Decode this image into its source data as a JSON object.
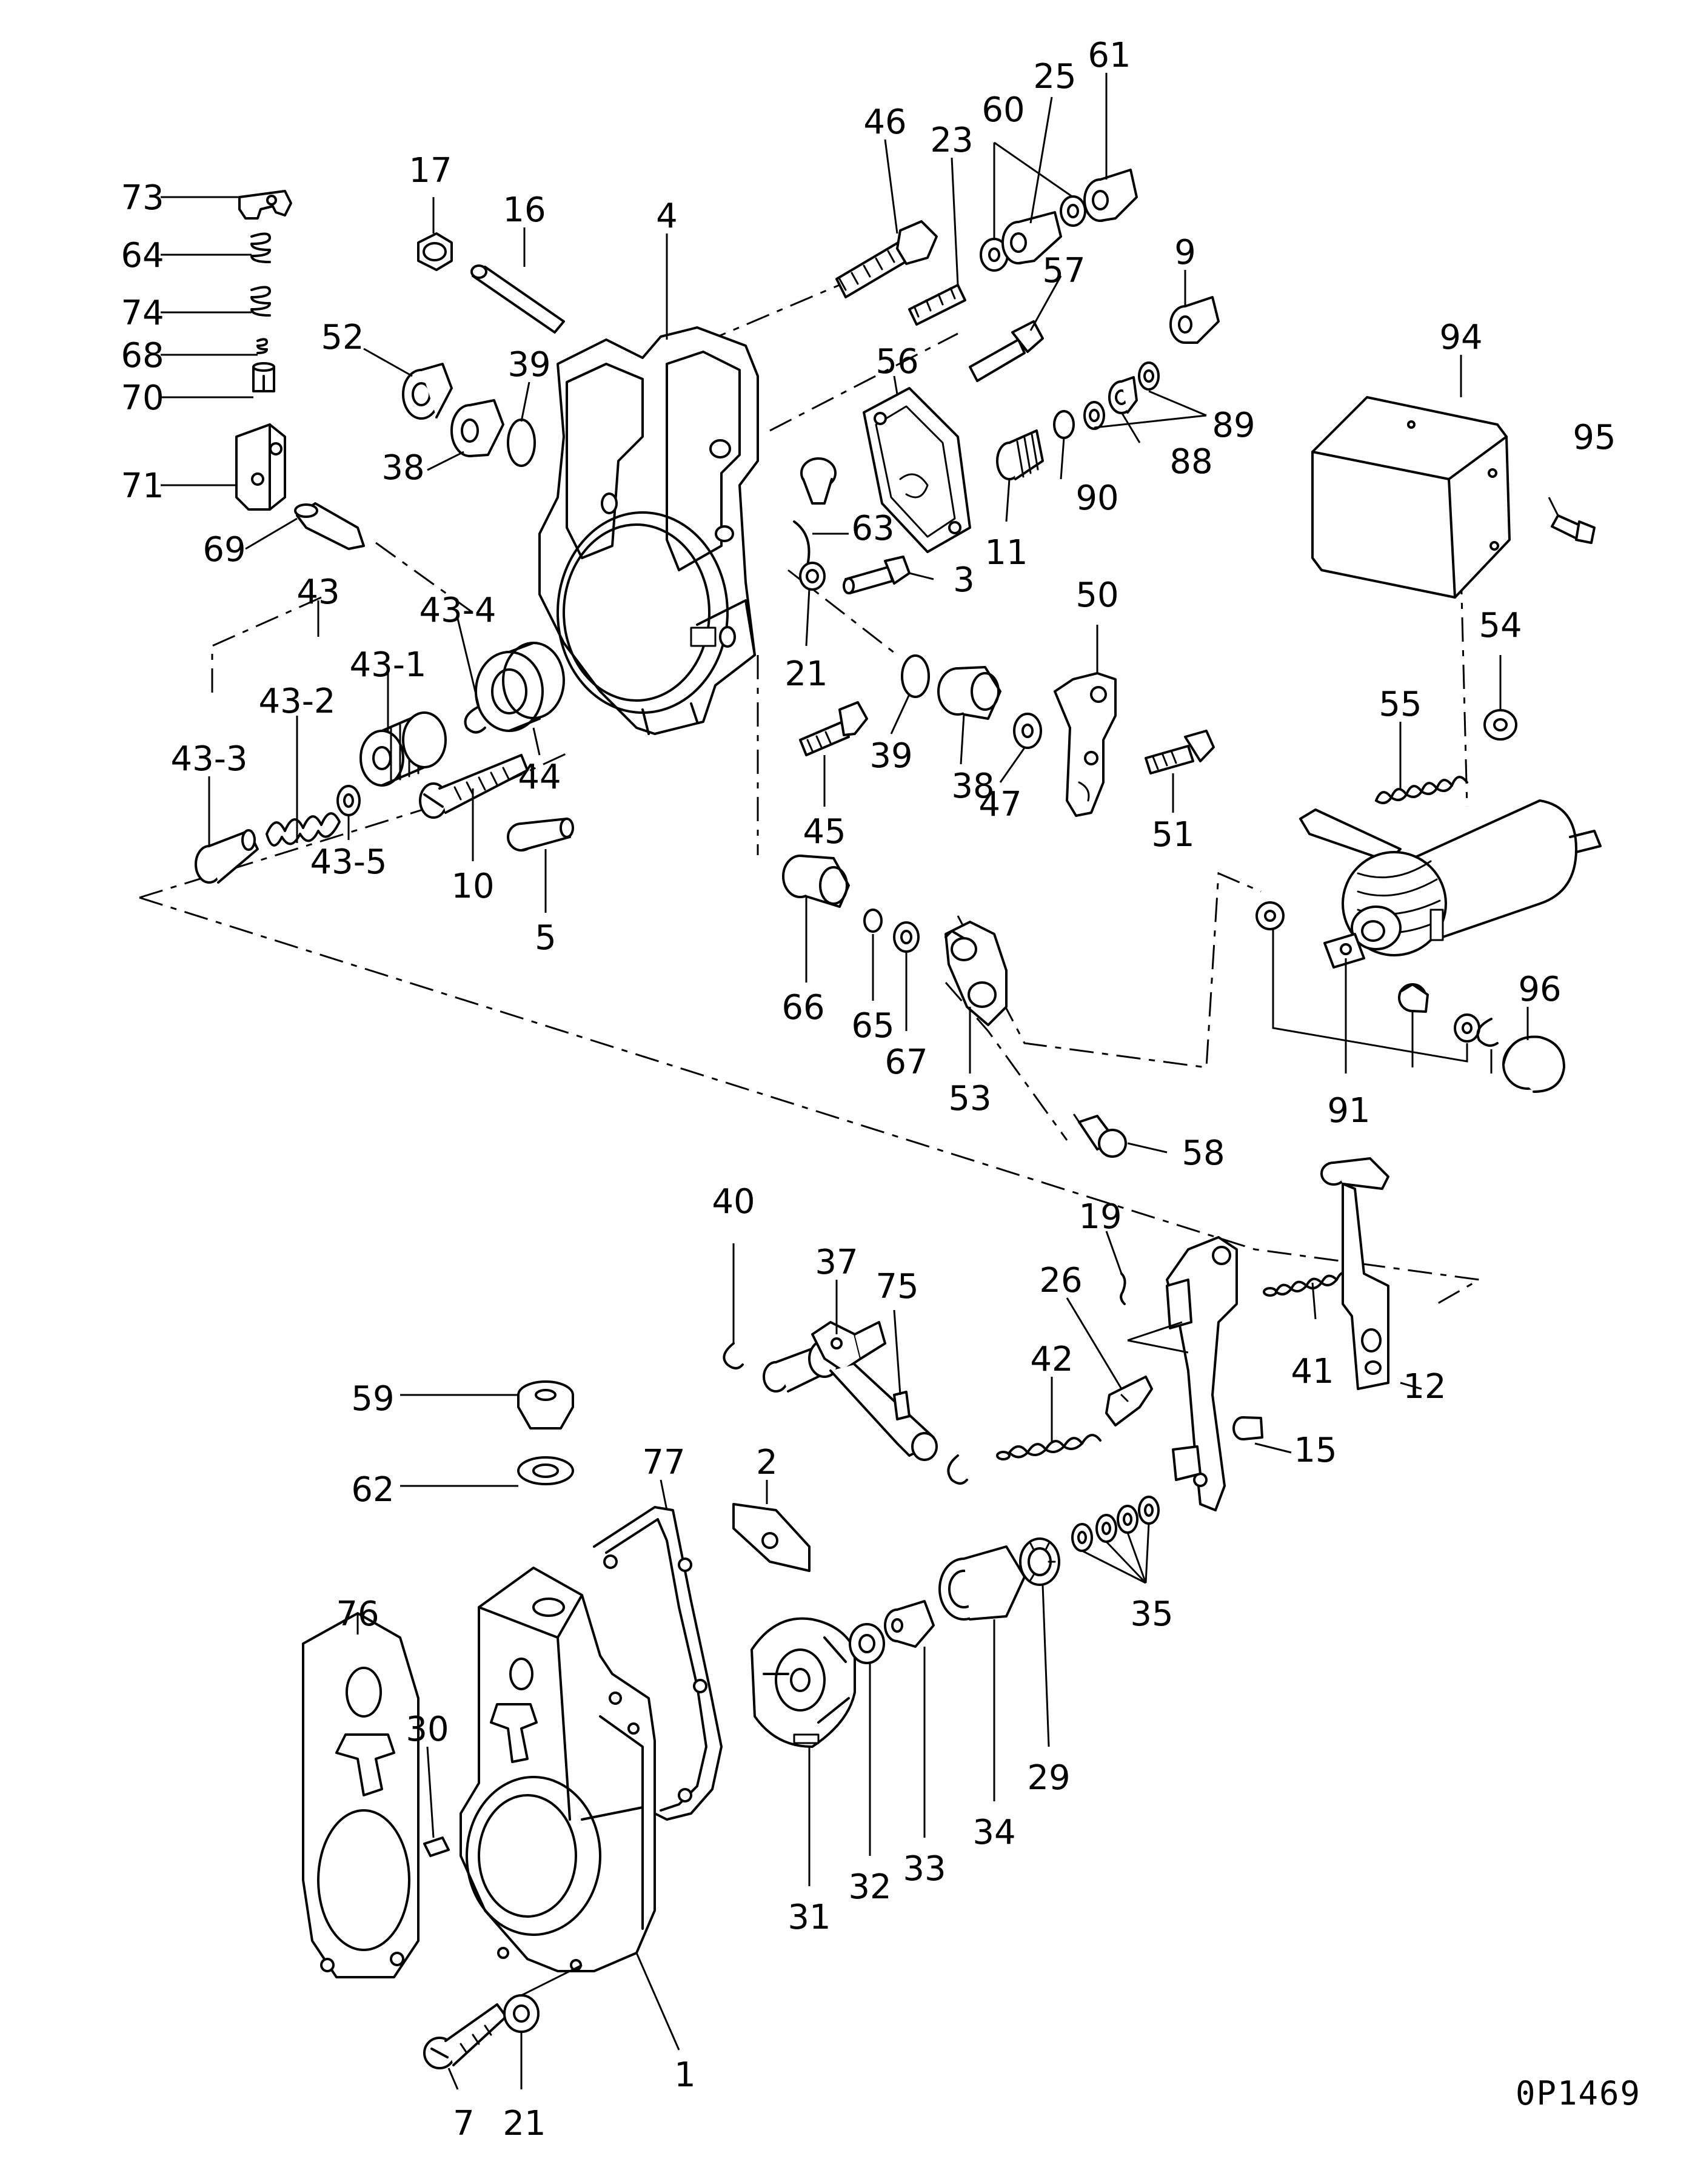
{
  "figure_code": "0P1469",
  "callouts": [
    {
      "key": "c73",
      "label": "73"
    },
    {
      "key": "c64",
      "label": "64"
    },
    {
      "key": "c74",
      "label": "74"
    },
    {
      "key": "c68",
      "label": "68"
    },
    {
      "key": "c70",
      "label": "70"
    },
    {
      "key": "c71",
      "label": "71"
    },
    {
      "key": "c69",
      "label": "69"
    },
    {
      "key": "c43",
      "label": "43"
    },
    {
      "key": "c43_1",
      "label": "43-1"
    },
    {
      "key": "c43_2",
      "label": "43-2"
    },
    {
      "key": "c43_3",
      "label": "43-3"
    },
    {
      "key": "c43_4",
      "label": "43-4"
    },
    {
      "key": "c43_5",
      "label": "43-5"
    },
    {
      "key": "c17",
      "label": "17"
    },
    {
      "key": "c16",
      "label": "16"
    },
    {
      "key": "c4",
      "label": "4"
    },
    {
      "key": "c52",
      "label": "52"
    },
    {
      "key": "c39a",
      "label": "39"
    },
    {
      "key": "c38a",
      "label": "38"
    },
    {
      "key": "c44",
      "label": "44"
    },
    {
      "key": "c10",
      "label": "10"
    },
    {
      "key": "c5",
      "label": "5"
    },
    {
      "key": "c46",
      "label": "46"
    },
    {
      "key": "c23",
      "label": "23"
    },
    {
      "key": "c60",
      "label": "60"
    },
    {
      "key": "c25",
      "label": "25"
    },
    {
      "key": "c61",
      "label": "61"
    },
    {
      "key": "c57",
      "label": "57"
    },
    {
      "key": "c9",
      "label": "9"
    },
    {
      "key": "c56",
      "label": "56"
    },
    {
      "key": "c89",
      "label": "89"
    },
    {
      "key": "c88",
      "label": "88"
    },
    {
      "key": "c90",
      "label": "90"
    },
    {
      "key": "c11",
      "label": "11"
    },
    {
      "key": "c63",
      "label": "63"
    },
    {
      "key": "c3",
      "label": "3"
    },
    {
      "key": "c21a",
      "label": "21"
    },
    {
      "key": "c39b",
      "label": "39"
    },
    {
      "key": "c38b",
      "label": "38"
    },
    {
      "key": "c47",
      "label": "47"
    },
    {
      "key": "c45",
      "label": "45"
    },
    {
      "key": "c50",
      "label": "50"
    },
    {
      "key": "c51",
      "label": "51"
    },
    {
      "key": "c94",
      "label": "94"
    },
    {
      "key": "c95",
      "label": "95"
    },
    {
      "key": "c54",
      "label": "54"
    },
    {
      "key": "c55",
      "label": "55"
    },
    {
      "key": "c91",
      "label": "91"
    },
    {
      "key": "c96",
      "label": "96"
    },
    {
      "key": "c66",
      "label": "66"
    },
    {
      "key": "c65",
      "label": "65"
    },
    {
      "key": "c67",
      "label": "67"
    },
    {
      "key": "c53",
      "label": "53"
    },
    {
      "key": "c58",
      "label": "58"
    },
    {
      "key": "c40",
      "label": "40"
    },
    {
      "key": "c37",
      "label": "37"
    },
    {
      "key": "c75",
      "label": "75"
    },
    {
      "key": "c19",
      "label": "19"
    },
    {
      "key": "c26",
      "label": "26"
    },
    {
      "key": "c42",
      "label": "42"
    },
    {
      "key": "c41",
      "label": "41"
    },
    {
      "key": "c12",
      "label": "12"
    },
    {
      "key": "c15",
      "label": "15"
    },
    {
      "key": "c59",
      "label": "59"
    },
    {
      "key": "c62",
      "label": "62"
    },
    {
      "key": "c77",
      "label": "77"
    },
    {
      "key": "c2",
      "label": "2"
    },
    {
      "key": "c76",
      "label": "76"
    },
    {
      "key": "c30",
      "label": "30"
    },
    {
      "key": "c35",
      "label": "35"
    },
    {
      "key": "c29",
      "label": "29"
    },
    {
      "key": "c34",
      "label": "34"
    },
    {
      "key": "c33",
      "label": "33"
    },
    {
      "key": "c32",
      "label": "32"
    },
    {
      "key": "c31",
      "label": "31"
    },
    {
      "key": "c1",
      "label": "1"
    },
    {
      "key": "c7",
      "label": "7"
    },
    {
      "key": "c21b",
      "label": "21"
    }
  ]
}
